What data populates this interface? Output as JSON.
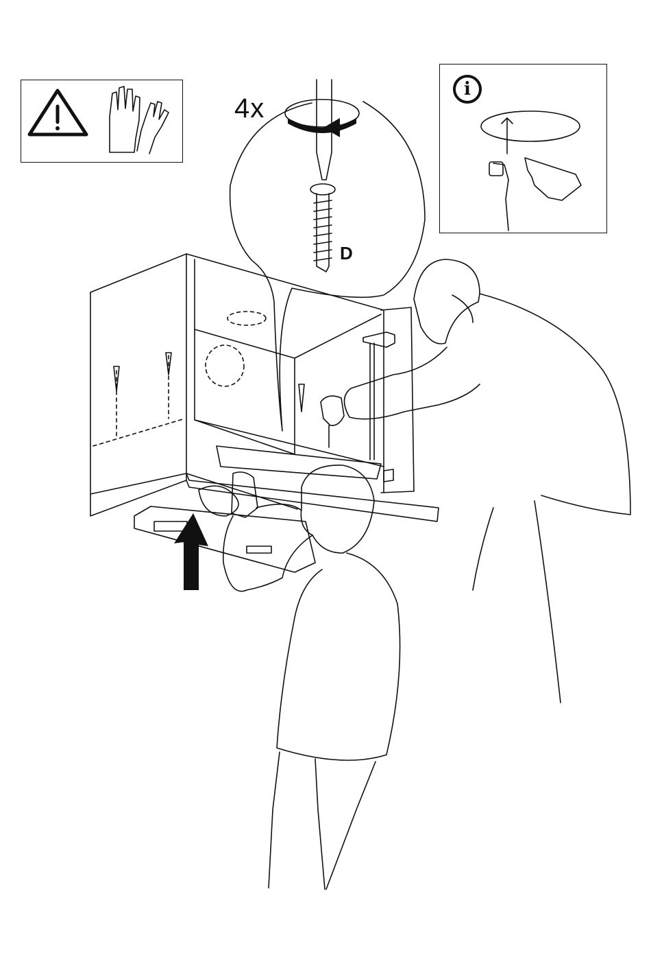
{
  "step": {
    "quantity_label": "4x",
    "part_label": "D",
    "info_glyph": "i"
  },
  "icons": {
    "warning": "warning-triangle-icon",
    "gloves": "gloves-icon",
    "info": "info-icon",
    "rotate": "rotate-clockwise-icon",
    "up_arrow": "up-arrow-icon"
  }
}
